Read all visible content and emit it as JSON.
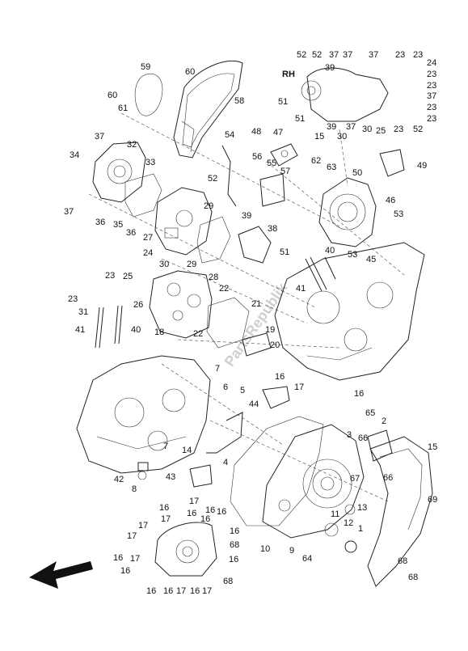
{
  "diagram": {
    "side_label": "RH",
    "watermark": "PartsRepublik",
    "callouts": [
      {
        "id": "c1",
        "label": "59"
      },
      {
        "id": "c2",
        "label": "60"
      },
      {
        "id": "c3",
        "label": "58"
      },
      {
        "id": "c4",
        "label": "60"
      },
      {
        "id": "c5",
        "label": "61"
      },
      {
        "id": "c6",
        "label": "37"
      },
      {
        "id": "c7",
        "label": "32"
      },
      {
        "id": "c8",
        "label": "34"
      },
      {
        "id": "c9",
        "label": "33"
      },
      {
        "id": "c10",
        "label": "37"
      },
      {
        "id": "c11",
        "label": "36"
      },
      {
        "id": "c12",
        "label": "35"
      },
      {
        "id": "c13",
        "label": "36"
      },
      {
        "id": "c14",
        "label": "27"
      },
      {
        "id": "c15",
        "label": "29"
      },
      {
        "id": "c16",
        "label": "29"
      },
      {
        "id": "c17",
        "label": "28"
      },
      {
        "id": "c18",
        "label": "24"
      },
      {
        "id": "c19",
        "label": "30"
      },
      {
        "id": "c20",
        "label": "23"
      },
      {
        "id": "c21",
        "label": "25"
      },
      {
        "id": "c22",
        "label": "26"
      },
      {
        "id": "c23",
        "label": "23"
      },
      {
        "id": "c24",
        "label": "31"
      },
      {
        "id": "c25",
        "label": "18"
      },
      {
        "id": "c26",
        "label": "22"
      },
      {
        "id": "c27",
        "label": "22"
      },
      {
        "id": "c28",
        "label": "21"
      },
      {
        "id": "c29",
        "label": "19"
      },
      {
        "id": "c30",
        "label": "20"
      },
      {
        "id": "c31",
        "label": "41"
      },
      {
        "id": "c32",
        "label": "40"
      },
      {
        "id": "c33",
        "label": "54"
      },
      {
        "id": "c34",
        "label": "52"
      },
      {
        "id": "c35",
        "label": "48"
      },
      {
        "id": "c36",
        "label": "47"
      },
      {
        "id": "c37",
        "label": "56"
      },
      {
        "id": "c38",
        "label": "55"
      },
      {
        "id": "c39",
        "label": "57"
      },
      {
        "id": "c40",
        "label": "62"
      },
      {
        "id": "c41",
        "label": "63"
      },
      {
        "id": "c42",
        "label": "50"
      },
      {
        "id": "c43",
        "label": "49"
      },
      {
        "id": "c44",
        "label": "46"
      },
      {
        "id": "c45",
        "label": "53"
      },
      {
        "id": "c46",
        "label": "39"
      },
      {
        "id": "c47",
        "label": "38"
      },
      {
        "id": "c48",
        "label": "51"
      },
      {
        "id": "c49",
        "label": "40"
      },
      {
        "id": "c50",
        "label": "53"
      },
      {
        "id": "c51",
        "label": "45"
      },
      {
        "id": "c52",
        "label": "41"
      },
      {
        "id": "c53",
        "label": "52"
      },
      {
        "id": "c54",
        "label": "52"
      },
      {
        "id": "c55",
        "label": "37"
      },
      {
        "id": "c56",
        "label": "37"
      },
      {
        "id": "c57",
        "label": "37"
      },
      {
        "id": "c58",
        "label": "23"
      },
      {
        "id": "c59",
        "label": "23"
      },
      {
        "id": "c60",
        "label": "39"
      },
      {
        "id": "c61",
        "label": "24"
      },
      {
        "id": "c62",
        "label": "23"
      },
      {
        "id": "c63",
        "label": "23"
      },
      {
        "id": "c64",
        "label": "37"
      },
      {
        "id": "c65",
        "label": "23"
      },
      {
        "id": "c66",
        "label": "23"
      },
      {
        "id": "c67",
        "label": "51"
      },
      {
        "id": "c68",
        "label": "51"
      },
      {
        "id": "c69",
        "label": "39"
      },
      {
        "id": "c70",
        "label": "37"
      },
      {
        "id": "c71",
        "label": "30"
      },
      {
        "id": "c72",
        "label": "30"
      },
      {
        "id": "c73",
        "label": "25"
      },
      {
        "id": "c74",
        "label": "23"
      },
      {
        "id": "c75",
        "label": "52"
      },
      {
        "id": "c76",
        "label": "15"
      },
      {
        "id": "c77",
        "label": "7"
      },
      {
        "id": "c78",
        "label": "6"
      },
      {
        "id": "c79",
        "label": "5"
      },
      {
        "id": "c80",
        "label": "44"
      },
      {
        "id": "c81",
        "label": "16"
      },
      {
        "id": "c82",
        "label": "17"
      },
      {
        "id": "c83",
        "label": "16"
      },
      {
        "id": "c84",
        "label": "65"
      },
      {
        "id": "c85",
        "label": "2"
      },
      {
        "id": "c86",
        "label": "3"
      },
      {
        "id": "c87",
        "label": "66"
      },
      {
        "id": "c88",
        "label": "15"
      },
      {
        "id": "c89",
        "label": "7"
      },
      {
        "id": "c90",
        "label": "14"
      },
      {
        "id": "c91",
        "label": "4"
      },
      {
        "id": "c92",
        "label": "43"
      },
      {
        "id": "c93",
        "label": "42"
      },
      {
        "id": "c94",
        "label": "8"
      },
      {
        "id": "c95",
        "label": "67"
      },
      {
        "id": "c96",
        "label": "66"
      },
      {
        "id": "c97",
        "label": "69"
      },
      {
        "id": "c98",
        "label": "13"
      },
      {
        "id": "c99",
        "label": "11"
      },
      {
        "id": "c100",
        "label": "12"
      },
      {
        "id": "c101",
        "label": "1"
      },
      {
        "id": "c102",
        "label": "10"
      },
      {
        "id": "c103",
        "label": "9"
      },
      {
        "id": "c104",
        "label": "64"
      },
      {
        "id": "c105",
        "label": "68"
      },
      {
        "id": "c106",
        "label": "68"
      },
      {
        "id": "c107",
        "label": "17"
      },
      {
        "id": "c108",
        "label": "16"
      },
      {
        "id": "c109",
        "label": "16"
      },
      {
        "id": "c110",
        "label": "16"
      },
      {
        "id": "c111",
        "label": "16"
      },
      {
        "id": "c112",
        "label": "17"
      },
      {
        "id": "c113",
        "label": "16"
      },
      {
        "id": "c114",
        "label": "17"
      },
      {
        "id": "c115",
        "label": "16"
      },
      {
        "id": "c116",
        "label": "17"
      },
      {
        "id": "c117",
        "label": "68"
      },
      {
        "id": "c118",
        "label": "16"
      },
      {
        "id": "c119",
        "label": "16"
      },
      {
        "id": "c120",
        "label": "16"
      },
      {
        "id": "c121",
        "label": "16"
      },
      {
        "id": "c122",
        "label": "17"
      },
      {
        "id": "c123",
        "label": "68"
      }
    ]
  }
}
